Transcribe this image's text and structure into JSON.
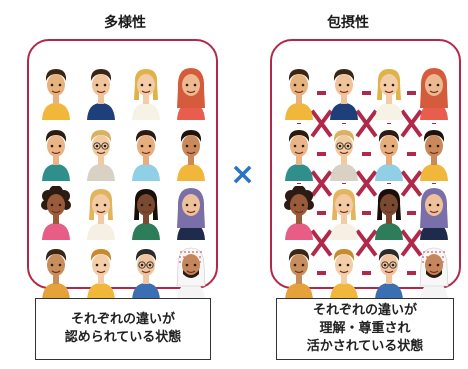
{
  "left": {
    "title": "多様性",
    "caption_lines": [
      "それぞれの違いが",
      "認められている状態"
    ]
  },
  "right": {
    "title": "包摂性",
    "caption_lines": [
      "それぞれの違いが",
      "理解・尊重され",
      "活かされている状態"
    ]
  },
  "operator_symbol": "×",
  "colors": {
    "panel_border": "#b1294a",
    "connector": "#b1294a",
    "operator": "#2a74c4",
    "caption_border": "#333333"
  },
  "people": [
    {
      "name": "person-1",
      "skin": "#e6b27d",
      "hair": "#3a2614",
      "top": "#f1b73a",
      "style": "short"
    },
    {
      "name": "person-2",
      "skin": "#f0c49b",
      "hair": "#3a2614",
      "top": "#1f3f7a",
      "style": "short"
    },
    {
      "name": "person-3",
      "skin": "#f3cda7",
      "hair": "#e0b24a",
      "top": "#f6f2e6",
      "style": "long"
    },
    {
      "name": "person-4",
      "skin": "#ecb990",
      "hair": "#d45b3c",
      "top": "#e85d4e",
      "style": "hijab"
    },
    {
      "name": "person-5",
      "skin": "#e9b587",
      "hair": "#2a1a0f",
      "top": "#2f8f8a",
      "style": "short"
    },
    {
      "name": "person-6",
      "skin": "#f2ca9f",
      "hair": "#d8b25f",
      "top": "#d9d2c4",
      "style": "glasses"
    },
    {
      "name": "person-7",
      "skin": "#e6ad7d",
      "hair": "#2b1b12",
      "top": "#8fd0e6",
      "style": "short"
    },
    {
      "name": "person-8",
      "skin": "#c9895a",
      "hair": "#1e120a",
      "top": "#f1b73a",
      "style": "short"
    },
    {
      "name": "person-9",
      "skin": "#9a5b3a",
      "hair": "#2b1b12",
      "top": "#e85d86",
      "style": "curly"
    },
    {
      "name": "person-10",
      "skin": "#f2cba4",
      "hair": "#e2b55d",
      "top": "#f5f0e3",
      "style": "long"
    },
    {
      "name": "person-11",
      "skin": "#7a4a30",
      "hair": "#1a0f08",
      "top": "#2e7d5a",
      "style": "long"
    },
    {
      "name": "person-12",
      "skin": "#edc29b",
      "hair": "#7a6fa8",
      "top": "#1f2b4a",
      "style": "hijab"
    },
    {
      "name": "person-13",
      "skin": "#c88d5c",
      "hair": "#3a2614",
      "top": "#e6a23a",
      "style": "short"
    },
    {
      "name": "person-14",
      "skin": "#f3cfa9",
      "hair": "#c88a2e",
      "top": "#f1b73a",
      "style": "short"
    },
    {
      "name": "person-15",
      "skin": "#efc49e",
      "hair": "#2b2b2b",
      "top": "#3b6fb4",
      "style": "glasses"
    },
    {
      "name": "person-16",
      "skin": "#c4865a",
      "hair": "#2b1b12",
      "top": "#f4f4f4",
      "style": "ghutra"
    }
  ]
}
